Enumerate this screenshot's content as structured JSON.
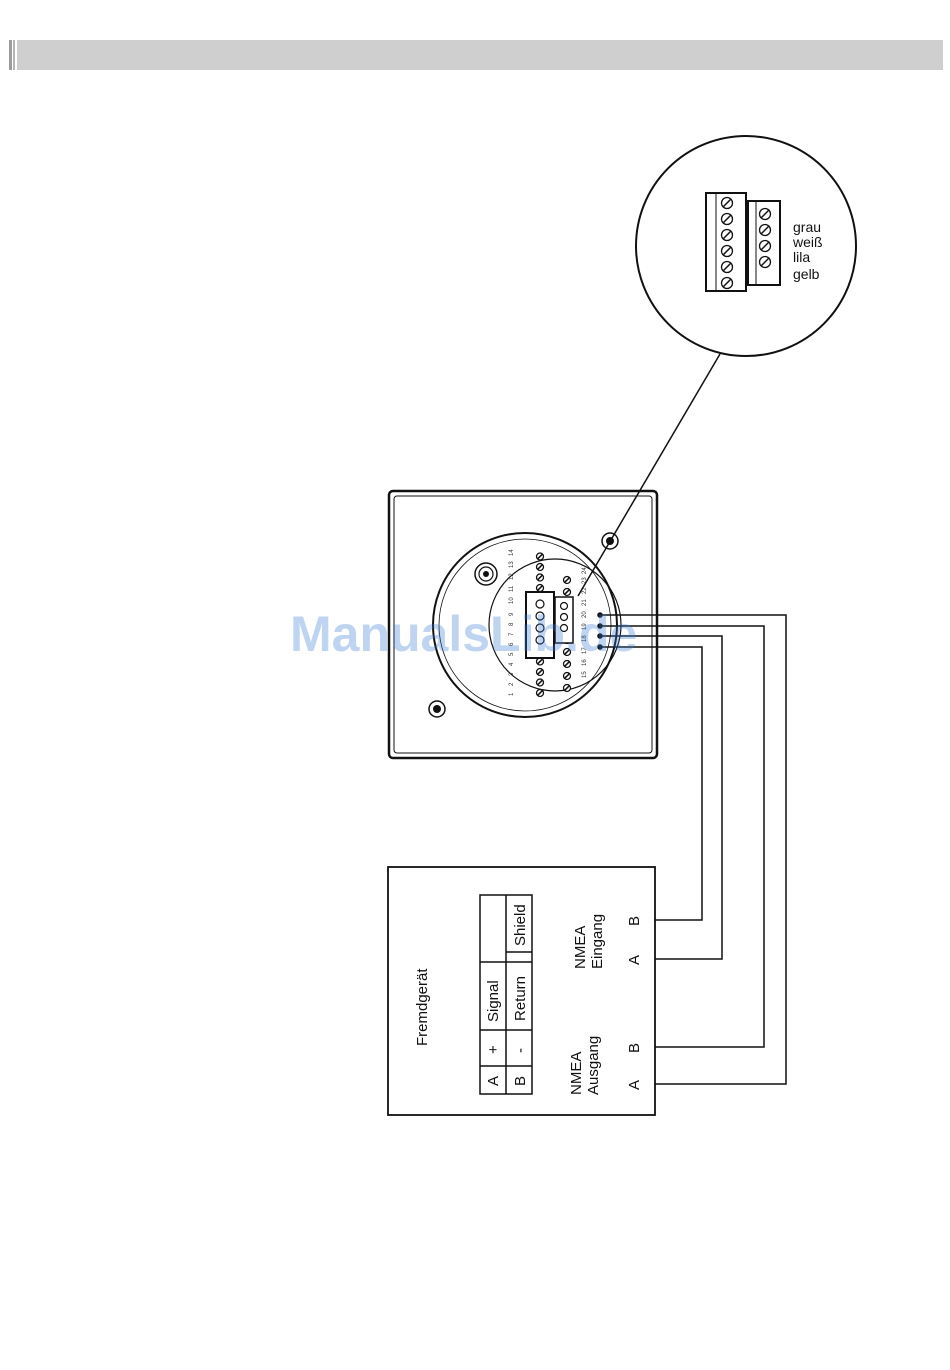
{
  "header": {
    "accent": "#cfcfcf"
  },
  "device": {
    "terminals_top": [
      "1",
      "2",
      "3",
      "4",
      "5",
      "6",
      "7",
      "8",
      "9",
      "10",
      "11",
      "12",
      "13",
      "14"
    ],
    "terminals_bottom": [
      "15",
      "16",
      "17",
      "18",
      "19",
      "20",
      "21",
      "22",
      "23",
      "24"
    ]
  },
  "detail": {
    "wire_labels": [
      "grau",
      "weiß",
      "lila",
      "gelb"
    ]
  },
  "external_device": {
    "title": "Fremdgerät",
    "table": {
      "rows": [
        [
          "A",
          "+",
          "Signal"
        ],
        [
          "B",
          "-",
          "Return",
          "Shield"
        ]
      ]
    },
    "output": {
      "label_line1": "NMEA",
      "label_line2": "Ausgang",
      "pin_a": "A",
      "pin_b": "B"
    },
    "input": {
      "label_line1": "NMEA",
      "label_line2": "Eingang",
      "pin_a": "A",
      "pin_b": "B"
    }
  },
  "watermark": "ManualsLib.de"
}
